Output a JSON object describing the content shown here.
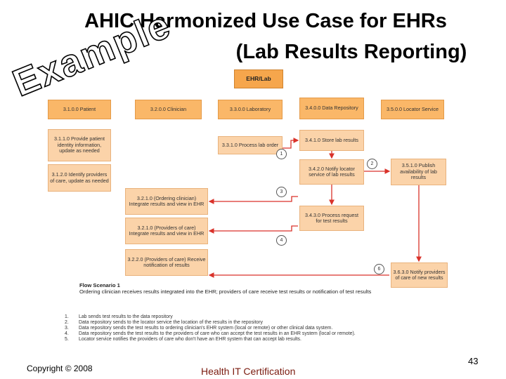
{
  "title_line1": "AHIC Harmonized Use Case for EHRs",
  "title_line2": "(Lab Results Reporting)",
  "watermark": "Example",
  "top_box": "EHR/Lab",
  "headers": [
    "3.1.0.0 Patient",
    "3.2.0.0 Clinician",
    "3.3.0.0 Laboratory",
    "3.4.0.0 Data Repository",
    "3.5.0.0 Locator Service"
  ],
  "activities": {
    "a311": "3.1.1.0 Provide patient identity information, update as needed",
    "a312": "3.1.2.0 Identify providers of care, update as needed",
    "a331": "3.3.1.0 Process lab order",
    "a341": "3.4.1.0 Store lab results",
    "a342": "3.4.2.0 Notify locator service of lab results",
    "a351": "3.5.1.0 Publish availability of lab results",
    "a321": "3.2.1.0 (Ordering clinician) Integrate results and view in EHR",
    "a343": "3.4.3.0 Process request for test results",
    "a321b": "3.2.1.0 (Providers of care) Integrate results and view in EHR",
    "a322": "3.2.2.0 (Providers of care) Receive notification of results",
    "a363": "3.6.3.0 Notify providers of care of new results"
  },
  "markers": [
    "1",
    "2",
    "3",
    "4",
    "6"
  ],
  "scenario_title": "Flow Scenario 1",
  "scenario_desc": "Ordering clinician receives results integrated into the EHR; providers of care receive test results or notification of test results",
  "steps": [
    {
      "n": "1.",
      "text": "Lab sends test results to the data repository"
    },
    {
      "n": "2.",
      "text": "Data repository sends to the locator service the location of the results in the repository"
    },
    {
      "n": "3.",
      "text": "Data repository sends the test results to ordering clinician's EHR system (local or remote) or other clinical data system."
    },
    {
      "n": "4.",
      "text": "Data repository sends the test results to the providers of care who can accept the test results in an EHR system (local or remote)."
    },
    {
      "n": "5.",
      "text": "Locator service notifies the providers of care who don't have an EHR system that can accept lab results."
    }
  ],
  "footer": {
    "copyright": "Copyright © 2008",
    "center": "Health IT Certification",
    "page": "43"
  },
  "colors": {
    "box_fill": "#fbd3a9",
    "header_fill": "#fab768",
    "top_fill": "#f6a64c",
    "arrow": "#d9322a"
  }
}
